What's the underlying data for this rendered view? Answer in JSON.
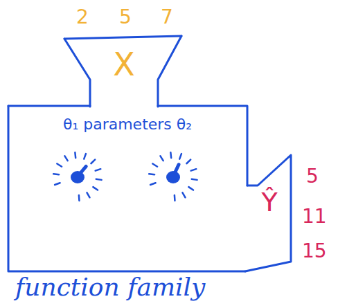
{
  "diagram": {
    "caption": "function family",
    "nodes": [
      {
        "text": [
          "X"
        ]
      },
      {
        "text": [
          "θ₁ parameters θ₂"
        ]
      },
      {
        "text": [
          "Ŷ"
        ]
      }
    ],
    "labels": [
      "2",
      "5",
      "7",
      "5",
      "11",
      "15"
    ]
  }
}
